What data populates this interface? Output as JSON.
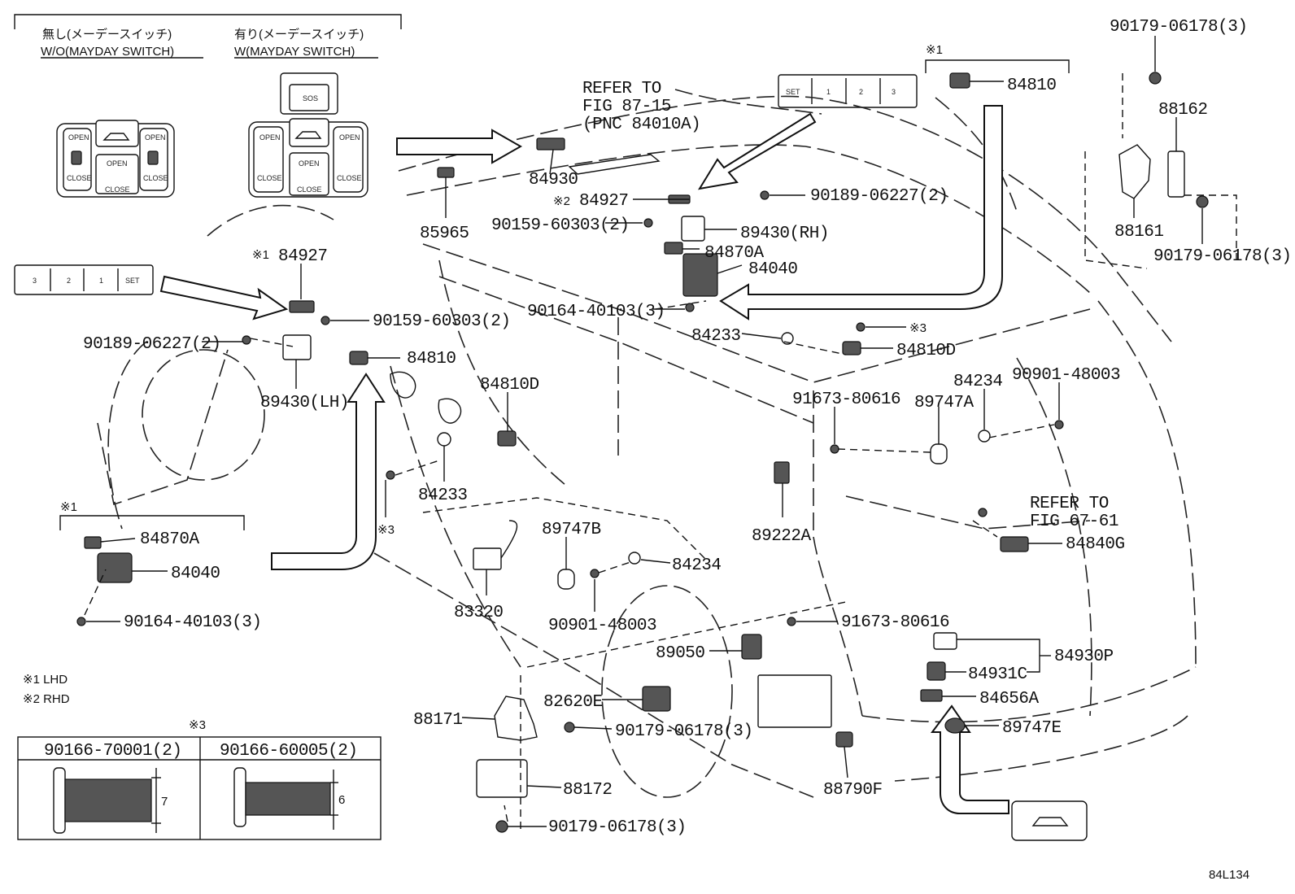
{
  "header": {
    "variant_wo_jp": "無し(メーデースイッチ)",
    "variant_wo_en": "W/O(MAYDAY SWITCH)",
    "variant_w_jp": "有り(メーデースイッチ)",
    "variant_w_en": "W(MAYDAY SWITCH)"
  },
  "buttons": {
    "open": "OPEN",
    "close": "CLOSE",
    "sos": "SOS",
    "set": "SET",
    "m1": "1",
    "m2": "2",
    "m3": "3"
  },
  "refs": {
    "ref_fig_87_line1": "REFER TO",
    "ref_fig_87_line2": "FIG 87-15",
    "ref_fig_87_line3": "(PNC 84010A)",
    "ref_fig_67_line1": "REFER TO",
    "ref_fig_67_line2": "FIG 67-61"
  },
  "notes": {
    "note1_mark": "※1",
    "note2_mark": "※2",
    "note3_mark": "※3",
    "lhd": "※1 LHD",
    "rhd": "※2 RHD"
  },
  "parts": {
    "p84930": "84930",
    "p84927_rh": "84927",
    "p90189_rh": "90189-06227(2)",
    "p90159_rh": "90159-60303(2)",
    "p89430_rh": "89430(RH)",
    "p84870a_top": "84870A",
    "p84040_top": "84040",
    "p90164_top": "90164-40103(3)",
    "p85965": "85965",
    "p84810_top": "84810",
    "p84927_lh": "84927",
    "p90159_lh": "90159-60303(2)",
    "p90189_lh": "90189-06227(2)",
    "p89430_lh": "89430(LH)",
    "p84810_mid": "84810",
    "p84810d_left": "84810D",
    "p84233_left": "84233",
    "p84870a_box": "84870A",
    "p84040_box": "84040",
    "p90164_box": "90164-40103(3)",
    "p84233_right": "84233",
    "p84810d_right": "84810D",
    "p84234_right": "84234",
    "p90901_right": "90901-48003",
    "p91673_top": "91673-80616",
    "p89747a": "89747A",
    "p89222a": "89222A",
    "p84840g": "84840G",
    "p89747b": "89747B",
    "p84234_mid": "84234",
    "p83320": "83320",
    "p90901_mid": "90901-48003",
    "p91673_bot": "91673-80616",
    "p89050": "89050",
    "p84930p": "84930P",
    "p84931c": "84931C",
    "p84656a": "84656A",
    "p82620e": "82620E",
    "p88171": "88171",
    "p90179_mid": "90179-06178(3)",
    "p88172": "88172",
    "p90179_bot": "90179-06178(3)",
    "p88790f": "88790F",
    "p89747e": "89747E",
    "p90179_tr1": "90179-06178(3)",
    "p88162": "88162",
    "p88161": "88161",
    "p90179_tr2": "90179-06178(3)"
  },
  "bolt_table": {
    "col1_header": "90166-70001(2)",
    "col2_header": "90166-60005(2)",
    "dim1": "7",
    "dim2": "6"
  },
  "footer": {
    "figure_code": "84L134"
  }
}
